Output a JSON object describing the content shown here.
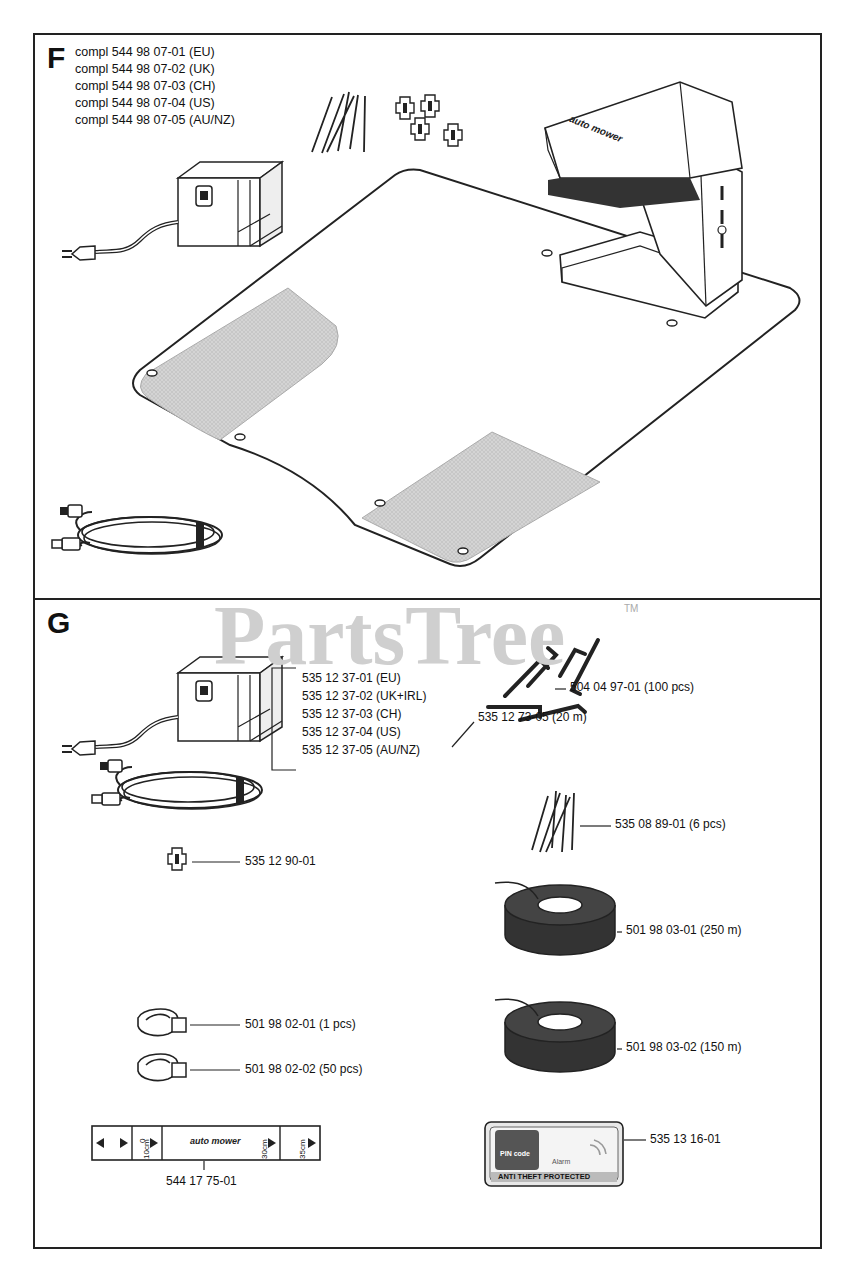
{
  "diagram": {
    "nodes": [
      {
        "text": [
          "F"
        ]
      },
      {
        "text": [
          "G"
        ]
      }
    ],
    "labels": [
      "compl 544 98 07-01 (EU)",
      "compl 544 98 07-02 (UK)",
      "compl 544 98 07-03 (CH)",
      "compl 544 98 07-04 (US)",
      "compl 544 98 07-05 (AU/NZ)",
      "auto mower",
      "PartsTree",
      "TM",
      "535 12 37-01 (EU)",
      "535 12 37-02 (UK+IRL)",
      "535 12 37-03 (CH)",
      "535 12 37-04 (US)",
      "535 12 37-05 (AU/NZ)",
      "504 04 97-01 (100 pcs)",
      "535 12 73-05 (20 m)",
      "535 08 89-01 (6 pcs)",
      "535 12 90-01",
      "501 98 03-01 (250 m)",
      "501 98 02-01 (1 pcs)",
      "501 98 02-02 (50 pcs)",
      "501 98 03-02 (150 m)",
      "0",
      "10cm",
      "auto mower",
      "30cm",
      "35cm",
      "544 17 75-01",
      "PIN code",
      "Alarm",
      "ANTI THEFT PROTECTED",
      "535 13 16-01"
    ]
  }
}
